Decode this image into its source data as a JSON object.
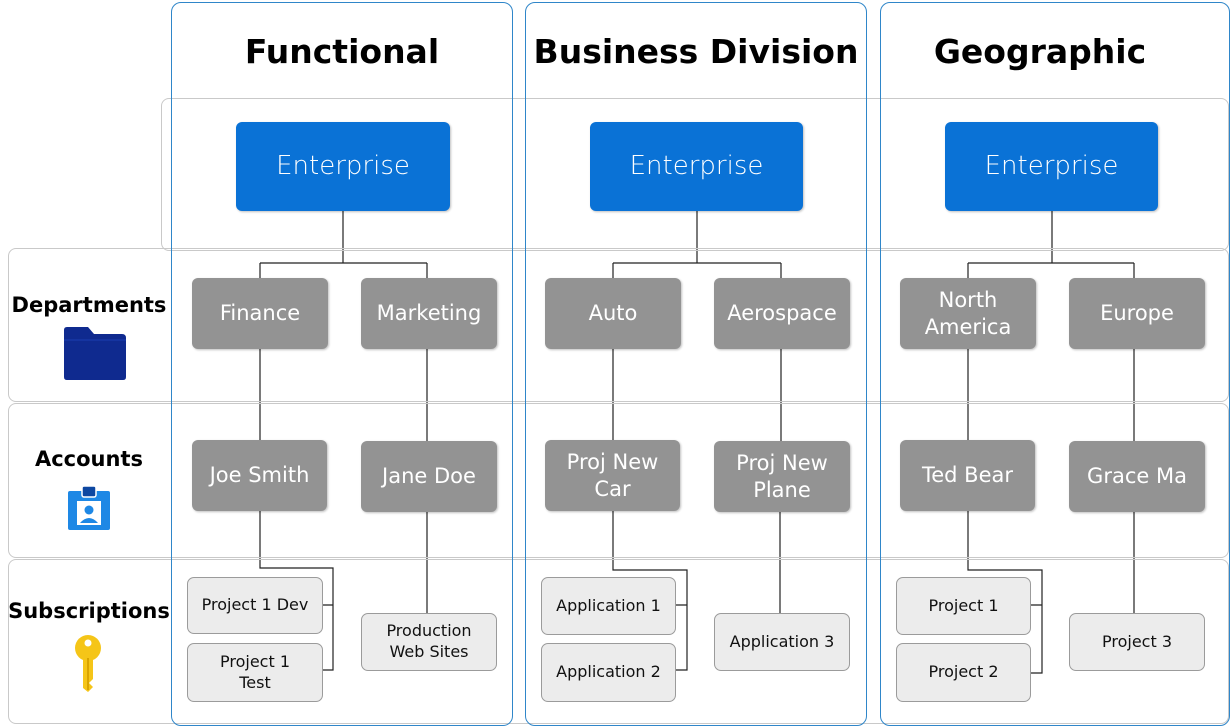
{
  "columns": [
    {
      "title": "Functional",
      "root": "Enterprise",
      "departments": [
        "Finance",
        "Marketing"
      ],
      "accounts": [
        "Joe Smith",
        "Jane Doe"
      ],
      "subscriptions": [
        "Project 1 Dev",
        "Project 1\nTest",
        "Production\nWeb Sites"
      ]
    },
    {
      "title": "Business Division",
      "root": "Enterprise",
      "departments": [
        "Auto",
        "Aerospace"
      ],
      "accounts": [
        "Proj New\nCar",
        "Proj New\nPlane"
      ],
      "subscriptions": [
        "Application 1",
        "Application 2",
        "Application 3"
      ]
    },
    {
      "title": "Geographic",
      "root": "Enterprise",
      "departments": [
        "North\nAmerica",
        "Europe"
      ],
      "accounts": [
        "Ted Bear",
        "Grace Ma"
      ],
      "subscriptions": [
        "Project 1",
        "Project 2",
        "Project 3"
      ]
    }
  ],
  "row_labels": {
    "departments": "Departments",
    "accounts": "Accounts",
    "subscriptions": "Subscriptions"
  },
  "icons": {
    "departments": "folder-icon",
    "accounts": "id-badge-icon",
    "subscriptions": "key-icon"
  },
  "colors": {
    "enterprise": "#0a72d6",
    "department_account": "#939393",
    "subscription_fill": "#ececec",
    "column_border": "#2f86c9",
    "folder": "#0f2a8f",
    "badge": "#1e88e5",
    "key": "#f5c518"
  }
}
